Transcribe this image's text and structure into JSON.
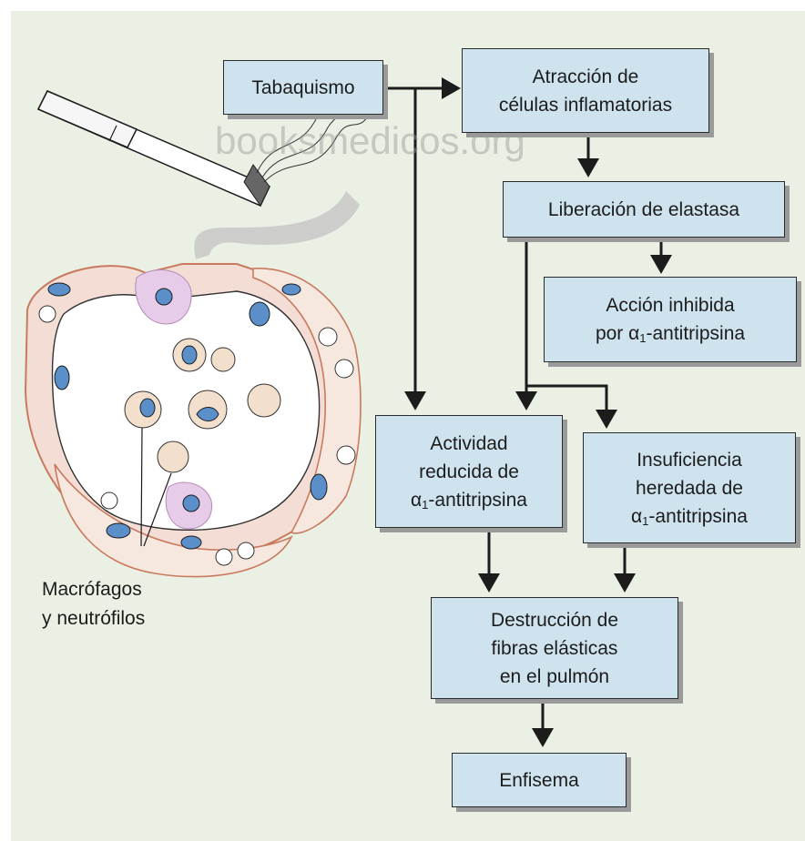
{
  "watermark": "booksmedicos.org",
  "illustration_label": [
    "Macrófagos",
    "y neutrófilos"
  ],
  "nodes": {
    "tabaquismo": [
      "Tabaquismo"
    ],
    "atraccion": [
      "Atracción de",
      "células inflamatorias"
    ],
    "liberacion": [
      "Liberación de elastasa"
    ],
    "accion": [
      "Acción inhibida",
      "por α1-antitripsina"
    ],
    "actividad": [
      "Actividad",
      "reducida de",
      "α1-antitripsina"
    ],
    "insuficiencia": [
      "Insuficiencia",
      "heredada de",
      "α1-antitripsina"
    ],
    "destruccion": [
      "Destrucción de",
      "fibras elásticas",
      "en el pulmón"
    ],
    "enfisema": [
      "Enfisema"
    ]
  },
  "colors": {
    "panel": "#eaf0e4",
    "box": "#cfe3ef",
    "border": "#2a2a2a",
    "shadow": "#9a9a9a"
  }
}
